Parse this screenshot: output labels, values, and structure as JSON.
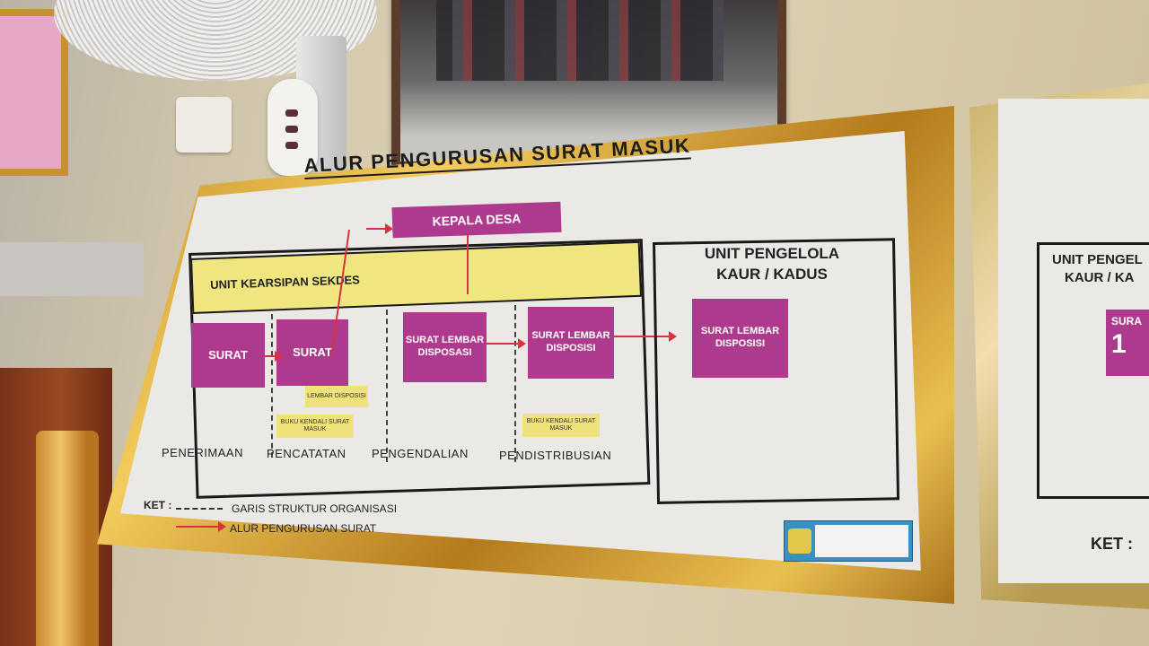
{
  "board": {
    "title": "ALUR PENGURUSAN SURAT MASUK",
    "head": "KEPALA DESA",
    "left_unit": "UNIT KEARSIPAN SEKDES",
    "right_unit_line1": "UNIT PENGELOLA",
    "right_unit_line2": "KAUR / KADUS",
    "boxes": {
      "surat1": "SURAT",
      "surat2": "SURAT",
      "lembar_disposasi": "SURAT LEMBAR DISPOSASI",
      "lembar_disposisi": "SURAT LEMBAR DISPOSISI",
      "lembar_disposisi_kaur": "SURAT LEMBAR DISPOSISI"
    },
    "notes": {
      "lembar": "LEMBAR DISPOSISI",
      "buku1": "BUKU KENDALI SURAT MASUK",
      "buku2": "BUKU KENDALI SURAT MASUK"
    },
    "stages": [
      "PENERIMAAN",
      "PENCATATAN",
      "PENGENDALIAN",
      "PENDISTRIBUSIAN"
    ],
    "legend": {
      "ket": "KET :",
      "dashed": "GARIS STRUKTUR ORGANISASI",
      "arrow": "ALUR PENGURUSAN SURAT"
    }
  },
  "board2": {
    "title_line1": "UNIT PENGEL",
    "title_line2": "KAUR / KA",
    "box": "SURA",
    "box_digit": "1",
    "ket": "KET :"
  },
  "colors": {
    "magenta": "#ad3a8c",
    "yellow": "#f0e680",
    "arrow_red": "#d8333c",
    "frame_gold": "#d9a83a"
  }
}
